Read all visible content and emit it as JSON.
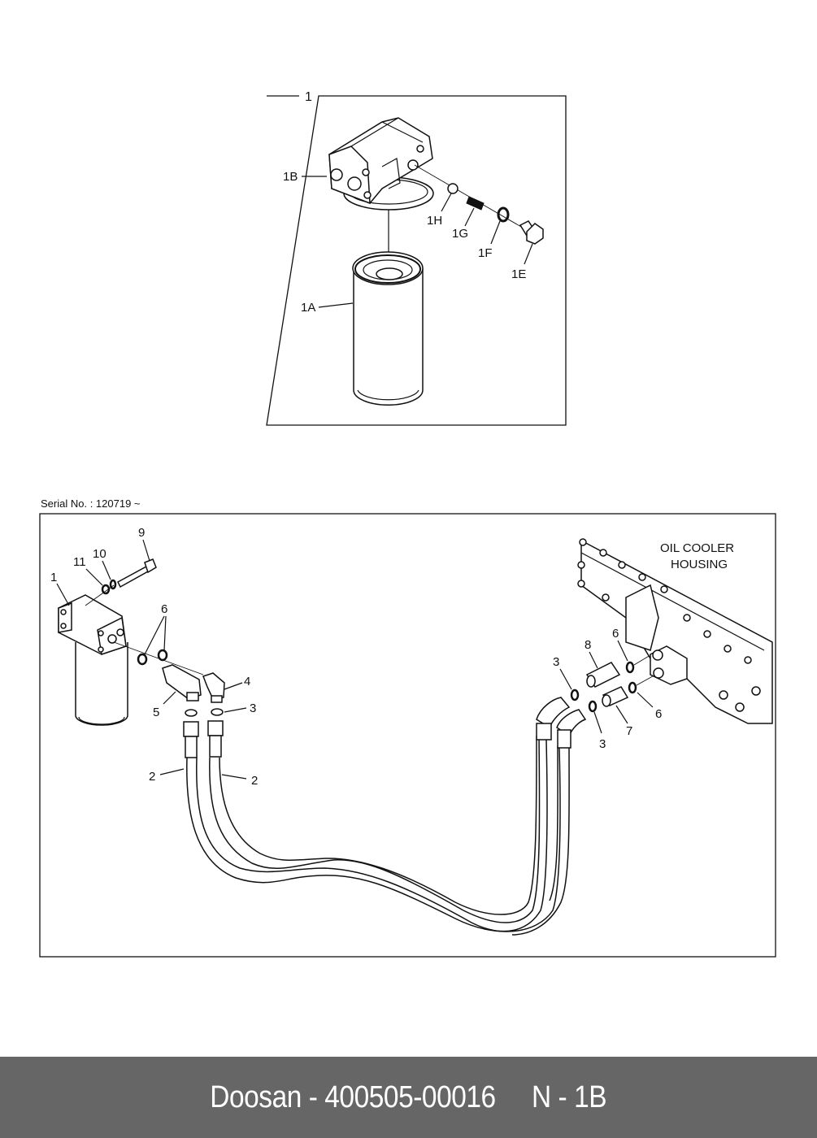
{
  "top_assembly": {
    "assembly_label": "1",
    "callouts": [
      {
        "id": "1B",
        "label": "1B"
      },
      {
        "id": "1H",
        "label": "1H"
      },
      {
        "id": "1G",
        "label": "1G"
      },
      {
        "id": "1F",
        "label": "1F"
      },
      {
        "id": "1E",
        "label": "1E"
      },
      {
        "id": "1A",
        "label": "1A"
      }
    ]
  },
  "bottom_assembly": {
    "serial_text": "Serial No. : 120719 ~",
    "housing_label_line1": "OIL COOLER",
    "housing_label_line2": "HOUSING",
    "callouts": [
      {
        "id": "9",
        "label": "9"
      },
      {
        "id": "10",
        "label": "10"
      },
      {
        "id": "11",
        "label": "11"
      },
      {
        "id": "1",
        "label": "1"
      },
      {
        "id": "6a",
        "label": "6"
      },
      {
        "id": "4",
        "label": "4"
      },
      {
        "id": "5",
        "label": "5"
      },
      {
        "id": "3a",
        "label": "3"
      },
      {
        "id": "2a",
        "label": "2"
      },
      {
        "id": "2b",
        "label": "2"
      },
      {
        "id": "3b",
        "label": "3"
      },
      {
        "id": "8",
        "label": "8"
      },
      {
        "id": "6b",
        "label": "6"
      },
      {
        "id": "6c",
        "label": "6"
      },
      {
        "id": "7",
        "label": "7"
      },
      {
        "id": "3c",
        "label": "3"
      }
    ]
  },
  "footer": {
    "text": "Doosan - 400505-00016     N - 1B"
  }
}
